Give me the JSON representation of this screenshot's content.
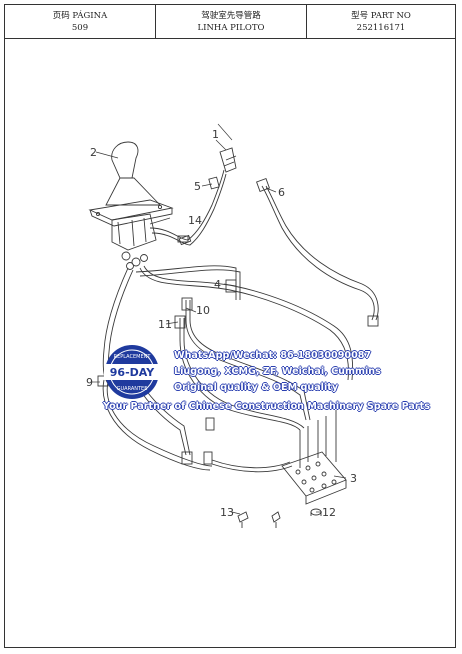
{
  "header": {
    "page_label": "页码 PÁGINA",
    "page_value": "509",
    "title_label": "驾驶室先导管路",
    "title_value": "LINHA PILOTO",
    "part_label": "型号 PART NO",
    "part_value": "252116171"
  },
  "callouts": [
    "1",
    "2",
    "3",
    "4",
    "5",
    "6",
    "9",
    "10",
    "11",
    "12",
    "13",
    "14"
  ],
  "watermark": {
    "line1": "WhatsApp/Wechat: 86-18030090087",
    "line2": "Liugong, XCMG, ZF, Weichai, Cummins",
    "line3": "Original quality & OEM quality",
    "line4": "Your Partner of Chinese Construction Machinery Spare Parts",
    "badge_main": "96-DAY",
    "badge_top": "REPLACEMENT",
    "badge_bottom": "GUARANTEE"
  },
  "colors": {
    "line": "#3a3a3a",
    "watermark": "#2a3fb0",
    "badge": "#1f3a9e"
  }
}
